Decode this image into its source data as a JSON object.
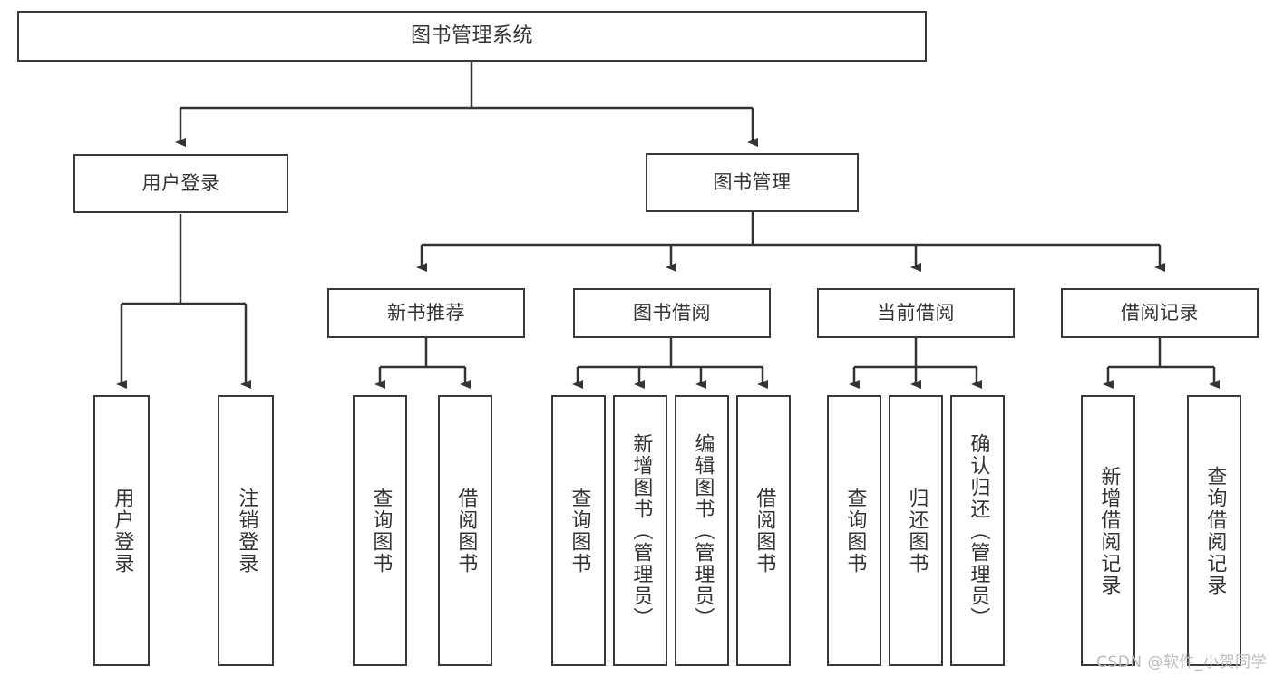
{
  "diagram": {
    "title": "图书管理系统",
    "type": "tree-hierarchy-diagram",
    "colors": {
      "box_stroke": "#3a3a3a",
      "box_fill": "#ffffff",
      "connector": "#333333",
      "text": "#333333",
      "watermark": "#bdbdbd",
      "background": "#ffffff"
    },
    "root": {
      "label": "图书管理系统"
    },
    "level2": [
      {
        "id": "user-login",
        "label": "用户登录"
      },
      {
        "id": "book-management",
        "label": "图书管理"
      }
    ],
    "level3": [
      {
        "id": "new-book-recommend",
        "label": "新书推荐"
      },
      {
        "id": "book-borrow",
        "label": "图书借阅"
      },
      {
        "id": "current-borrow",
        "label": "当前借阅"
      },
      {
        "id": "borrow-record",
        "label": "借阅记录"
      }
    ],
    "leaves": {
      "user_login": [
        {
          "id": "user-login-leaf",
          "label": "用户登录"
        },
        {
          "id": "logout-leaf",
          "label": "注销登录"
        }
      ],
      "new_book_recommend": [
        {
          "id": "query-book-1",
          "label": "查询图书"
        },
        {
          "id": "borrow-book-1",
          "label": "借阅图书"
        }
      ],
      "book_borrow": [
        {
          "id": "query-book-2",
          "label": "查询图书"
        },
        {
          "id": "add-book",
          "label": "新增图书（管理员）"
        },
        {
          "id": "edit-book",
          "label": "编辑图书（管理员）"
        },
        {
          "id": "borrow-book-2",
          "label": "借阅图书"
        }
      ],
      "current_borrow": [
        {
          "id": "query-book-3",
          "label": "查询图书"
        },
        {
          "id": "return-book",
          "label": "归还图书"
        },
        {
          "id": "confirm-return",
          "label": "确认归还（管理员）"
        }
      ],
      "borrow_record": [
        {
          "id": "add-borrow-record",
          "label": "新增借阅记录"
        },
        {
          "id": "query-borrow-record",
          "label": "查询借阅记录"
        }
      ]
    },
    "watermark": "CSDN @软件_小贺同学"
  }
}
